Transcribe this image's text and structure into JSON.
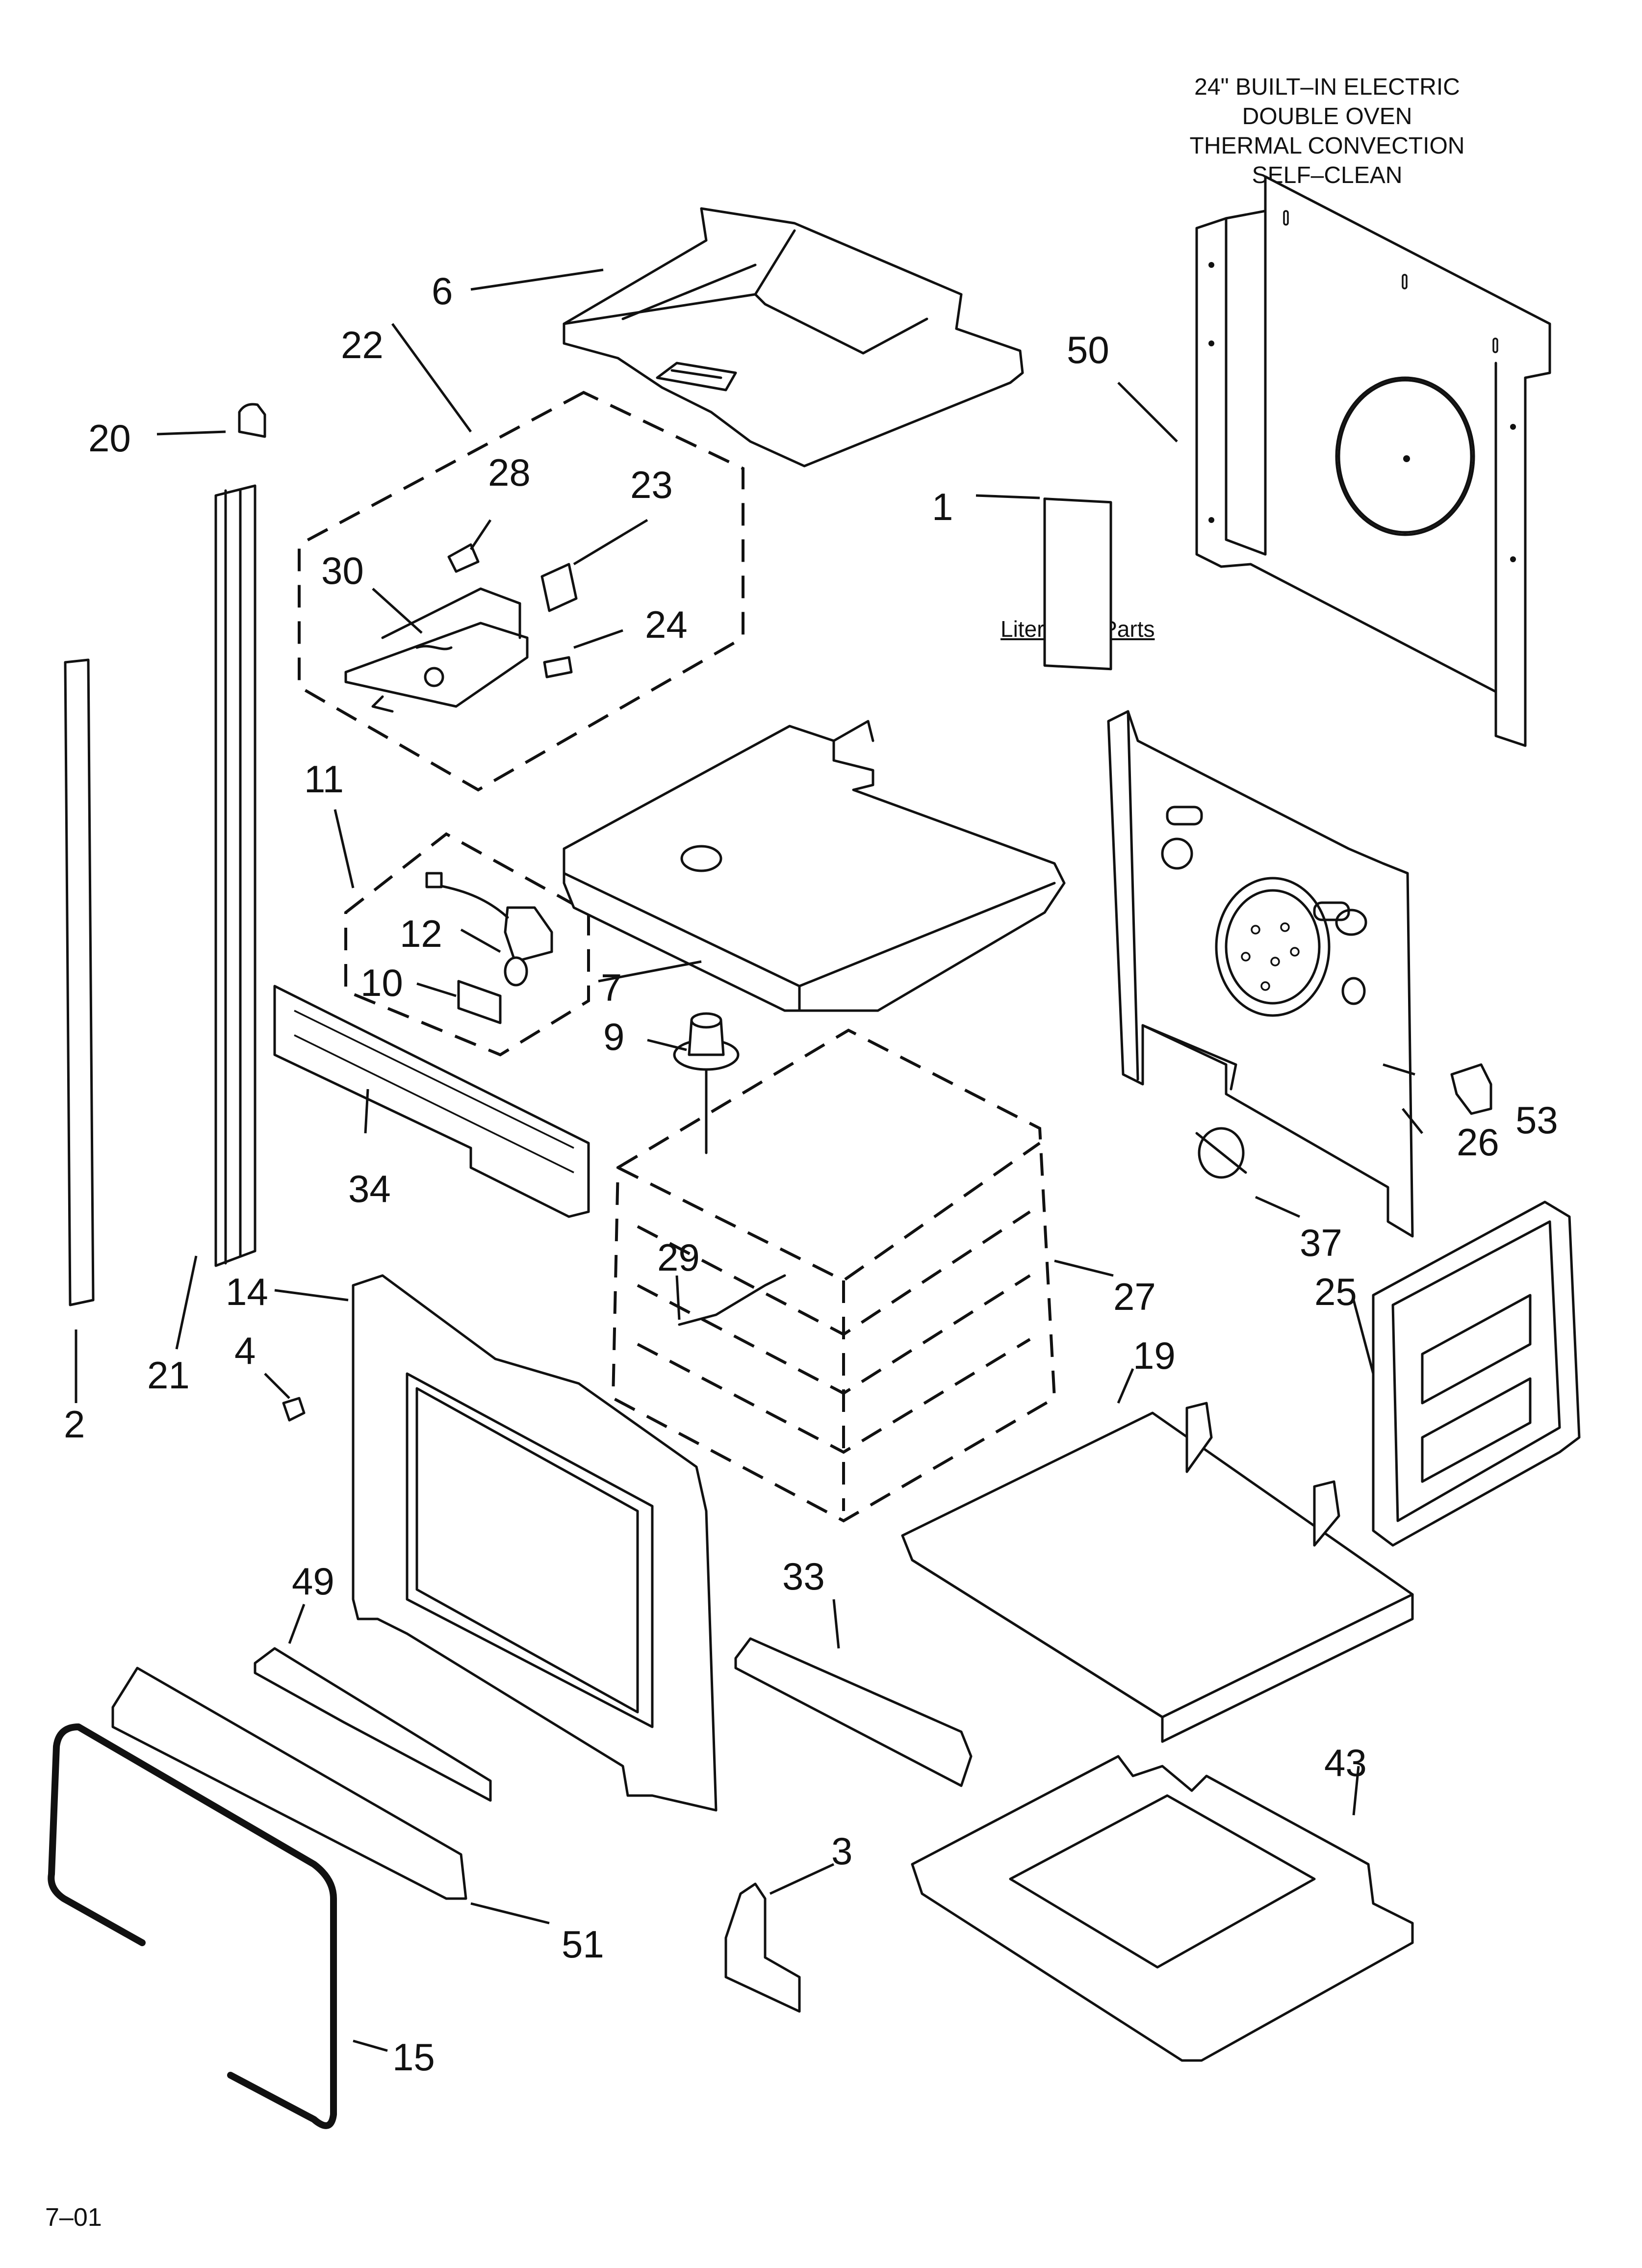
{
  "header": {
    "title_lines": [
      "24\" BUILT–IN ELECTRIC",
      "DOUBLE OVEN",
      "THERMAL CONVECTION",
      "SELF–CLEAN"
    ]
  },
  "literature_label": "Literature Parts",
  "date_code": "7–01",
  "callouts": {
    "p1": "1",
    "p2": "2",
    "p3": "3",
    "p4": "4",
    "p6": "6",
    "p7": "7",
    "p9": "9",
    "p10": "10",
    "p11": "11",
    "p12": "12",
    "p14": "14",
    "p15": "15",
    "p19": "19",
    "p20": "20",
    "p21": "21",
    "p22": "22",
    "p23": "23",
    "p24": "24",
    "p25": "25",
    "p26": "26",
    "p27": "27",
    "p28": "28",
    "p29": "29",
    "p30": "30",
    "p33": "33",
    "p34": "34",
    "p37": "37",
    "p43": "43",
    "p49": "49",
    "p50": "50",
    "p51": "51",
    "p53": "53"
  }
}
